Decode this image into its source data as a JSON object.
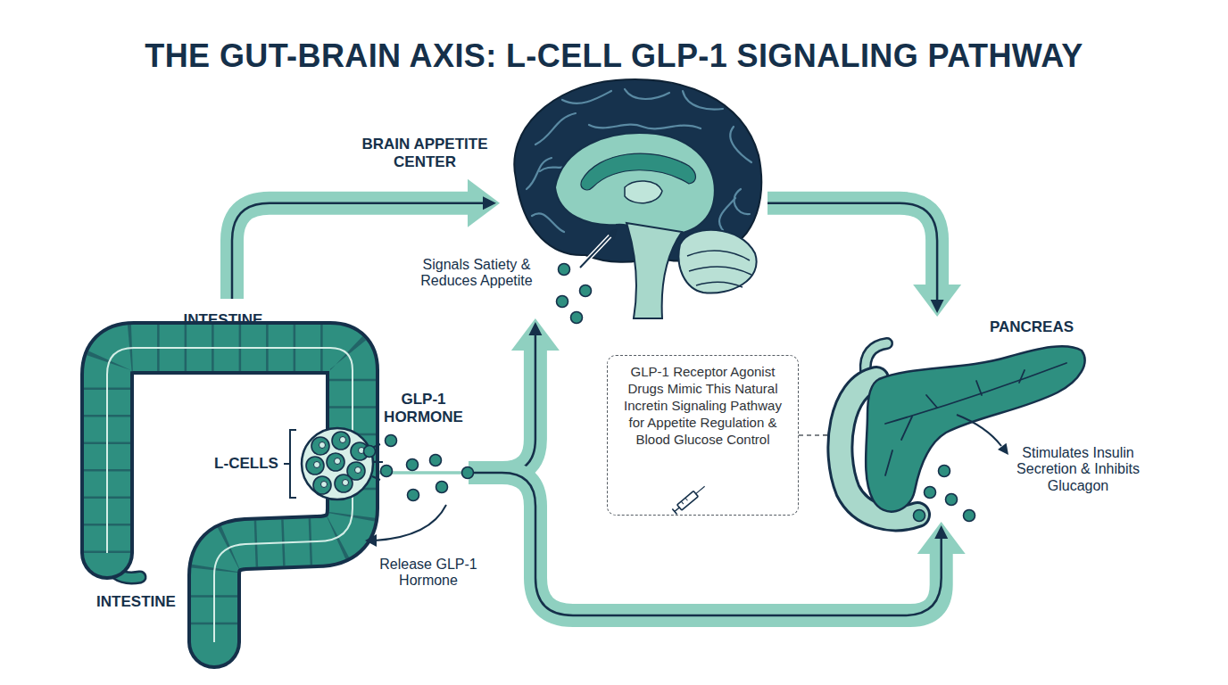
{
  "diagram": {
    "title": "THE GUT-BRAIN AXIS: L-CELL GLP-1 SIGNALING PATHWAY",
    "nodes": [
      {
        "text": [
          "INTESTINE",
          "INTESTINE"
        ]
      },
      {
        "text": [
          "L-CELLS"
        ],
        "in": 0
      },
      {
        "text": [
          "BRAIN APPETITE CENTER",
          "Signals Satiety & Reduces Appetite"
        ]
      },
      {
        "text": [
          "GLP-1 Receptor Agonist Drugs Mimic This Natural Incretin Signaling Pathway for Appetite Regulation & Blood Glucose Control"
        ]
      },
      {
        "text": [
          "PANCREAS",
          "Stimulates Insulin Secretion & Inhibits Glucagon"
        ]
      }
    ],
    "edges": [
      {
        "from": 0,
        "to": 2,
        "arrow": "to"
      },
      {
        "from": 2,
        "to": 4,
        "arrow": "to"
      },
      {
        "from": 1,
        "to": 2,
        "arrow": "to"
      },
      {
        "from": 1,
        "to": 4,
        "arrow": "to"
      },
      {
        "from": 3,
        "to": 4,
        "arrow": "none"
      }
    ],
    "labels": [
      "GLP-1 HORMONE",
      "Release GLP-1 Hormone"
    ]
  }
}
